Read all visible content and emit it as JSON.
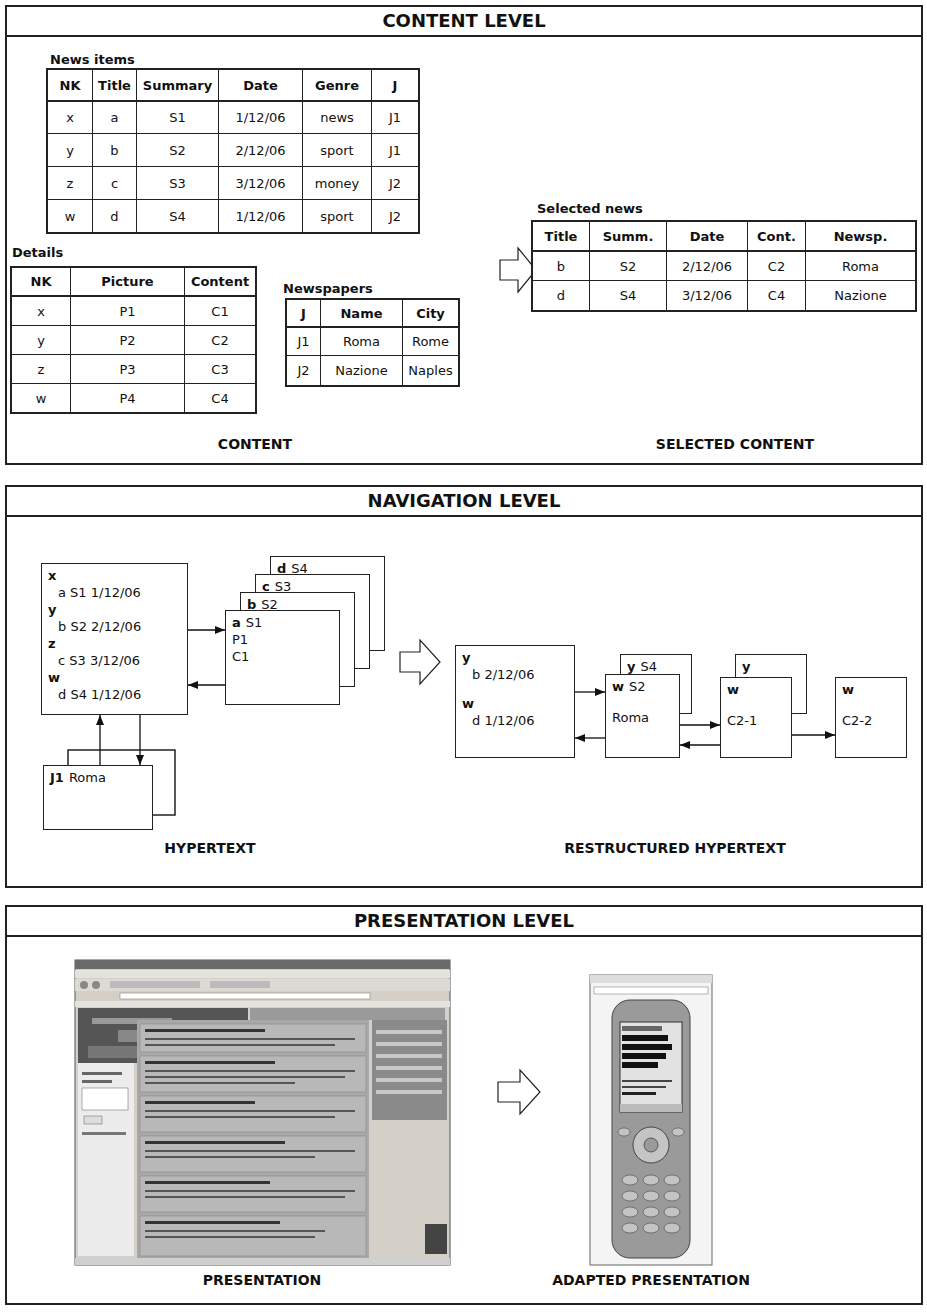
{
  "diagram": {
    "nodes": [
      {
        "text": [
          "CONTENT LEVEL"
        ]
      },
      {
        "text": [
          "NAVIGATION LEVEL"
        ]
      },
      {
        "text": [
          "x",
          "a S1 1/12/06",
          "y",
          "b S2 2/12/06",
          "z",
          "c S3 3/12/06",
          "w",
          "d S4 1/12/06"
        ],
        "in": 1
      },
      {
        "text": [
          "d",
          "S4"
        ],
        "in": 1
      },
      {
        "text": [
          "c",
          "S3"
        ],
        "in": 1
      },
      {
        "text": [
          "b",
          "S2"
        ],
        "in": 1
      },
      {
        "text": [
          "a",
          "S1",
          "P1",
          "C1"
        ],
        "in": 1
      },
      {
        "text": [
          "J1",
          "Roma"
        ],
        "in": 1
      },
      {
        "text": [
          "y",
          "b 2/12/06",
          "w",
          "d 1/12/06"
        ],
        "in": 1
      },
      {
        "text": [
          "y",
          "S4"
        ],
        "in": 1
      },
      {
        "text": [
          "w",
          "S2",
          "Roma"
        ],
        "in": 1
      },
      {
        "text": [
          "y"
        ],
        "in": 1
      },
      {
        "text": [
          "w",
          "C2-1"
        ],
        "in": 1
      },
      {
        "text": [
          "w",
          "C2-2"
        ],
        "in": 1
      },
      {
        "text": [
          "PRESENTATION LEVEL"
        ]
      }
    ],
    "edges": [
      {
        "from": 2,
        "to": 6,
        "arrow": "to"
      },
      {
        "from": 6,
        "to": 2,
        "arrow": "to"
      },
      {
        "from": 2,
        "to": 7,
        "arrow": "to"
      },
      {
        "from": 7,
        "to": 2,
        "arrow": "to"
      },
      {
        "from": 8,
        "to": 10,
        "arrow": "to"
      },
      {
        "from": 10,
        "to": 8,
        "arrow": "to"
      },
      {
        "from": 10,
        "to": 12,
        "arrow": "to"
      },
      {
        "from": 12,
        "to": 10,
        "arrow": "to"
      },
      {
        "from": 12,
        "to": 13,
        "arrow": "to"
      }
    ],
    "labels": [
      "News items",
      "NK",
      "Title",
      "Summary",
      "Date",
      "Genre",
      "J",
      "x",
      "a",
      "S1",
      "1/12/06",
      "news",
      "J1",
      "y",
      "b",
      "S2",
      "2/12/06",
      "sport",
      "J1",
      "z",
      "c",
      "S3",
      "3/12/06",
      "money",
      "J2",
      "w",
      "d",
      "S4",
      "1/12/06",
      "sport",
      "J2",
      "Details",
      "NK",
      "Picture",
      "Content",
      "x",
      "P1",
      "C1",
      "y",
      "P2",
      "C2",
      "z",
      "P3",
      "C3",
      "w",
      "P4",
      "C4",
      "Newspapers",
      "J",
      "Name",
      "City",
      "J1",
      "Roma",
      "Rome",
      "J2",
      "Nazione",
      "Naples",
      "Selected news",
      "Title",
      "Summ.",
      "Date",
      "Cont.",
      "Newsp.",
      "b",
      "S2",
      "2/12/06",
      "C2",
      "Roma",
      "d",
      "S4",
      "3/12/06",
      "C4",
      "Nazione",
      "CONTENT",
      "SELECTED CONTENT",
      "HYPERTEXT",
      "RESTRUCTURED HYPERTEXT",
      "PRESENTATION",
      "ADAPTED PRESENTATION"
    ]
  }
}
